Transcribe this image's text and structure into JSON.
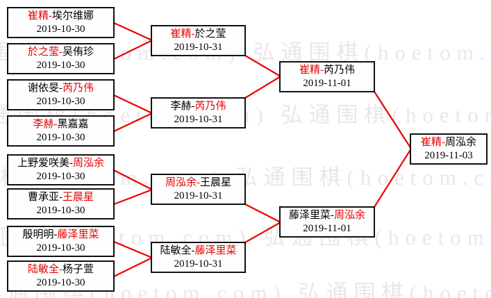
{
  "sep": "-",
  "colors": {
    "winner_text": "#e60000",
    "loser_text": "#000000",
    "connector_line": "#ee0000",
    "box_border": "#111111",
    "watermark_text": "#ece5eb"
  },
  "watermark": {
    "text": "弘通围棋(hoetom.com)",
    "line": "弘通围棋(hoetom.com) 弘通围棋(hoetom.com) 弘通围棋(hoetom.com)"
  },
  "rounds": [
    {
      "matches": [
        {
          "p1": "崔精",
          "p1_cls": "red",
          "p2": "埃尔维娜",
          "p2_cls": "blk",
          "date": "2019-10-30"
        },
        {
          "p1": "於之莹",
          "p1_cls": "red",
          "p2": "吴侑珍",
          "p2_cls": "blk",
          "date": "2019-10-30"
        },
        {
          "p1": "谢依旻",
          "p1_cls": "blk",
          "p2": "芮乃伟",
          "p2_cls": "red",
          "date": "2019-10-30"
        },
        {
          "p1": "李赫",
          "p1_cls": "red",
          "p2": "黑嘉嘉",
          "p2_cls": "blk",
          "date": "2019-10-30"
        },
        {
          "p1": "上野爱咲美",
          "p1_cls": "blk",
          "p2": "周泓余",
          "p2_cls": "red",
          "date": "2019-10-30"
        },
        {
          "p1": "曹承亚",
          "p1_cls": "blk",
          "p2": "王晨星",
          "p2_cls": "red",
          "date": "2019-10-30"
        },
        {
          "p1": "殷明明",
          "p1_cls": "blk",
          "p2": "藤泽里菜",
          "p2_cls": "red",
          "date": "2019-10-30"
        },
        {
          "p1": "陆敏全",
          "p1_cls": "red",
          "p2": "杨子萱",
          "p2_cls": "blk",
          "date": "2019-10-30"
        }
      ]
    },
    {
      "matches": [
        {
          "p1": "崔精",
          "p1_cls": "red",
          "p2": "於之莹",
          "p2_cls": "blk",
          "date": "2019-10-31"
        },
        {
          "p1": "李赫",
          "p1_cls": "blk",
          "p2": "芮乃伟",
          "p2_cls": "red",
          "date": "2019-10-31"
        },
        {
          "p1": "周泓余",
          "p1_cls": "red",
          "p2": "王晨星",
          "p2_cls": "blk",
          "date": "2019-10-31"
        },
        {
          "p1": "陆敏全",
          "p1_cls": "blk",
          "p2": "藤泽里菜",
          "p2_cls": "red",
          "date": "2019-10-31"
        }
      ]
    },
    {
      "matches": [
        {
          "p1": "崔精",
          "p1_cls": "red",
          "p2": "芮乃伟",
          "p2_cls": "blk",
          "date": "2019-11-01"
        },
        {
          "p1": "藤泽里菜",
          "p1_cls": "blk",
          "p2": "周泓余",
          "p2_cls": "red",
          "date": "2019-11-01"
        }
      ]
    },
    {
      "matches": [
        {
          "p1": "崔精",
          "p1_cls": "red",
          "p2": "周泓余",
          "p2_cls": "blk",
          "date": "2019-11-03"
        }
      ]
    }
  ]
}
